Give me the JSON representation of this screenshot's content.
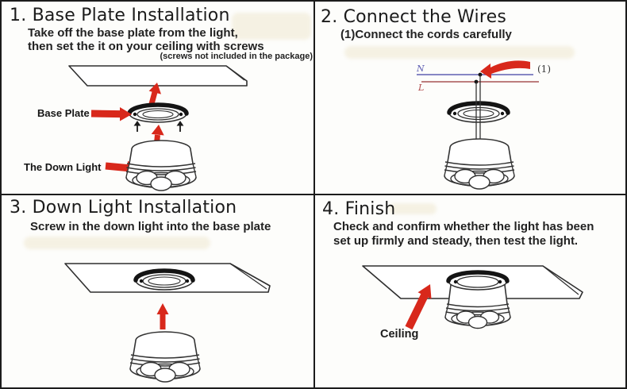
{
  "colors": {
    "arrow_red": "#d8281b",
    "wire_neutral_blue": "#5e5eb2",
    "wire_live_red": "#a85555",
    "diagram_line": "#333333",
    "border_black": "#1c1c1c",
    "background": "#fdfdfb"
  },
  "panels": {
    "step1": {
      "title": "1. Base Plate Installation",
      "body_line1": "Take off the base plate from the light,",
      "body_line2": "then set the it on your ceiling with screws",
      "note": "(screws not included in the package)",
      "label_base_plate": "Base Plate",
      "label_down_light": "The Down Light"
    },
    "step2": {
      "title": "2. Connect the Wires",
      "body_line1": "(1)Connect the cords carefully",
      "label_neutral_wire": "N",
      "label_live_wire": "L",
      "label_callout": "(1)"
    },
    "step3": {
      "title": "3. Down Light Installation",
      "body_line1": "Screw in the down light into the base plate"
    },
    "step4": {
      "title": "4. Finish",
      "body_line1": "Check and confirm whether the light has been",
      "body_line2": "set up firmly and steady, then test the light.",
      "label_ceiling": "Ceiling"
    }
  }
}
